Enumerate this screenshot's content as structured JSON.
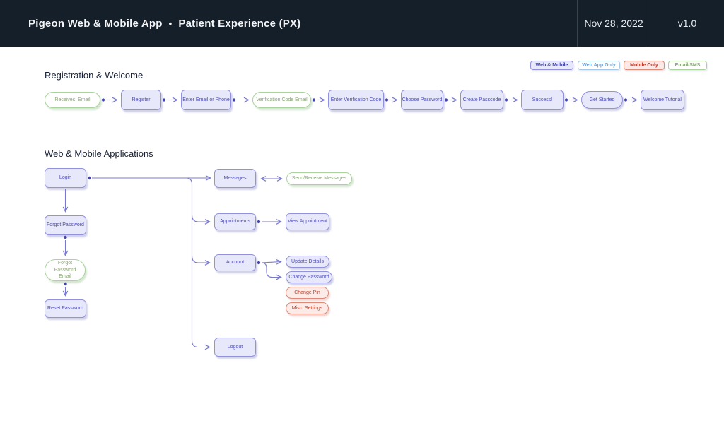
{
  "header": {
    "title_left": "Pigeon Web & Mobile App",
    "bullet": "•",
    "title_right": "Patient Experience (PX)",
    "date": "Nov 28, 2022",
    "version": "v1.0"
  },
  "legend": {
    "items": [
      {
        "label": "Web & Mobile",
        "type": "web-mobile",
        "color": "#9191dd"
      },
      {
        "label": "Web App Only",
        "type": "web-app-only",
        "color": "#a5c9ea"
      },
      {
        "label": "Mobile Only",
        "type": "mobile-only",
        "color": "#e08878"
      },
      {
        "label": "Email/SMS",
        "type": "email-sms",
        "color": "#a8d39a"
      }
    ]
  },
  "colors": {
    "header_bg": "#151f29",
    "web_mobile_purple": "#9191dd",
    "web_app_blue": "#a5c9ea",
    "mobile_only_red": "#e08878",
    "email_sms_green": "#a8d39a",
    "connector": "#7979cf"
  },
  "sections": [
    {
      "title": "Registration & Welcome",
      "nodes": [
        {
          "label": "Receives: Email",
          "type": "email-sms"
        },
        {
          "label": "Register",
          "type": "web-mobile"
        },
        {
          "label": "Enter Email or Phone",
          "type": "web-mobile"
        },
        {
          "label": "Verification Code Email",
          "type": "email-sms"
        },
        {
          "label": "Enter Verification Code",
          "type": "web-mobile"
        },
        {
          "label": "Choose Password",
          "type": "web-mobile"
        },
        {
          "label": "Create Passcode",
          "type": "web-mobile"
        },
        {
          "label": "Success!",
          "type": "web-mobile"
        },
        {
          "label": "Get Started",
          "type": "web-mobile"
        },
        {
          "label": "Welcome Tutorial",
          "type": "web-mobile"
        }
      ],
      "edges": [
        [
          "Receives: Email",
          "Register"
        ],
        [
          "Register",
          "Enter Email or Phone"
        ],
        [
          "Enter Email or Phone",
          "Verification Code Email"
        ],
        [
          "Verification Code Email",
          "Enter Verification Code"
        ],
        [
          "Enter Verification Code",
          "Choose Password"
        ],
        [
          "Choose Password",
          "Create Passcode"
        ],
        [
          "Create Passcode",
          "Success!"
        ],
        [
          "Success!",
          "Get Started"
        ],
        [
          "Get Started",
          "Welcome Tutorial"
        ]
      ]
    },
    {
      "title": "Web & Mobile Applications",
      "nodes": [
        {
          "label": "Login",
          "type": "web-mobile"
        },
        {
          "label": "Forgot Password",
          "type": "web-mobile"
        },
        {
          "label": "Forgot Password Email",
          "type": "email-sms"
        },
        {
          "label": "Reset Password",
          "type": "web-mobile"
        },
        {
          "label": "Messages",
          "type": "web-mobile"
        },
        {
          "label": "Send/Receive Messages",
          "type": "email-sms"
        },
        {
          "label": "Appointments",
          "type": "web-mobile"
        },
        {
          "label": "View Appointment",
          "type": "web-mobile"
        },
        {
          "label": "Account",
          "type": "web-mobile"
        },
        {
          "label": "Update Details",
          "type": "web-mobile"
        },
        {
          "label": "Change Password",
          "type": "web-mobile"
        },
        {
          "label": "Change Pin",
          "type": "mobile-only"
        },
        {
          "label": "Misc. Settings",
          "type": "mobile-only"
        },
        {
          "label": "Logout",
          "type": "web-mobile"
        }
      ],
      "edges": [
        [
          "Login",
          "Messages"
        ],
        [
          "Login",
          "Appointments"
        ],
        [
          "Login",
          "Account"
        ],
        [
          "Login",
          "Logout"
        ],
        [
          "Login",
          "Forgot Password"
        ],
        [
          "Forgot Password",
          "Forgot Password Email"
        ],
        [
          "Forgot Password Email",
          "Reset Password"
        ],
        [
          "Messages",
          "Send/Receive Messages"
        ],
        [
          "Appointments",
          "View Appointment"
        ],
        [
          "Account",
          "Update Details"
        ],
        [
          "Account",
          "Change Password"
        ]
      ]
    }
  ]
}
